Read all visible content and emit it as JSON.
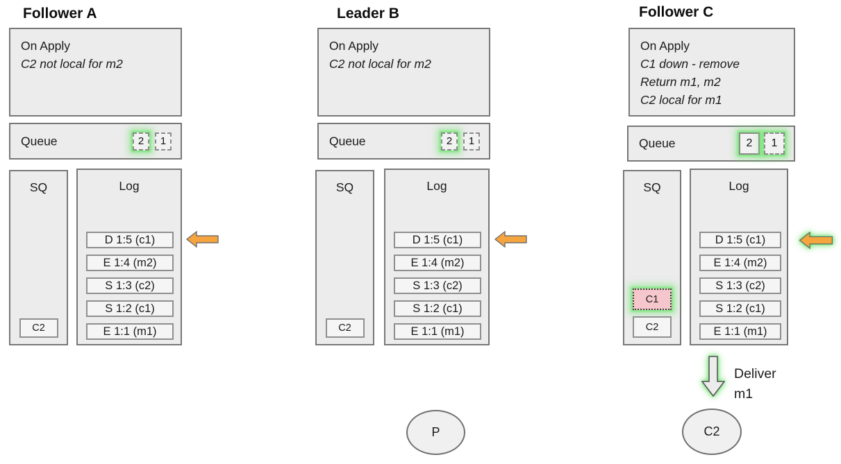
{
  "colors": {
    "box_fill": "#ececec",
    "box_border": "#777777",
    "entry_fill": "#f5f5f5",
    "entry_border": "#8f8f8f",
    "glow_green": "#78e678",
    "arrow_orange": "#f6a43d",
    "removed_pink": "#f5c6cb"
  },
  "nodes": [
    {
      "id": "follower-a",
      "title": "Follower A",
      "on_apply": {
        "label": "On Apply",
        "notes": [
          "C2 not local for m2"
        ]
      },
      "queue": {
        "label": "Queue",
        "items": [
          {
            "value": "2",
            "border": "dashed",
            "highlighted": true
          },
          {
            "value": "1",
            "border": "dashed",
            "highlighted": false
          }
        ]
      },
      "sq": {
        "label": "SQ",
        "items": [
          {
            "value": "C2",
            "state": "normal"
          }
        ]
      },
      "log": {
        "label": "Log",
        "entries": [
          "D 1:5 (c1)",
          "E 1:4 (m2)",
          "S 1:3 (c2)",
          "S 1:2 (c1)",
          "E 1:1 (m1)"
        ]
      },
      "pointer_arrow": {
        "target_entry": "D 1:5 (c1)",
        "highlighted": false
      }
    },
    {
      "id": "leader-b",
      "title": "Leader B",
      "on_apply": {
        "label": "On Apply",
        "notes": [
          "C2 not local for m2"
        ]
      },
      "queue": {
        "label": "Queue",
        "items": [
          {
            "value": "2",
            "border": "dashed",
            "highlighted": true
          },
          {
            "value": "1",
            "border": "dashed",
            "highlighted": false
          }
        ]
      },
      "sq": {
        "label": "SQ",
        "items": [
          {
            "value": "C2",
            "state": "normal"
          }
        ]
      },
      "log": {
        "label": "Log",
        "entries": [
          "D 1:5 (c1)",
          "E 1:4 (m2)",
          "S 1:3 (c2)",
          "S 1:2 (c1)",
          "E 1:1 (m1)"
        ]
      },
      "pointer_arrow": {
        "target_entry": "D 1:5 (c1)",
        "highlighted": false
      }
    },
    {
      "id": "follower-c",
      "title": "Follower C",
      "on_apply": {
        "label": "On Apply",
        "notes": [
          "C1 down - remove",
          "Return m1, m2",
          "C2 local for m1"
        ]
      },
      "queue": {
        "label": "Queue",
        "items": [
          {
            "value": "2",
            "border": "solid",
            "highlighted": true
          },
          {
            "value": "1",
            "border": "dashed",
            "highlighted": true
          }
        ]
      },
      "sq": {
        "label": "SQ",
        "items": [
          {
            "value": "C1",
            "state": "removed"
          },
          {
            "value": "C2",
            "state": "normal"
          }
        ]
      },
      "log": {
        "label": "Log",
        "entries": [
          "D 1:5 (c1)",
          "E 1:4 (m2)",
          "S 1:3 (c2)",
          "S 1:2 (c1)",
          "E 1:1 (m1)"
        ]
      },
      "pointer_arrow": {
        "target_entry": "D 1:5 (c1)",
        "highlighted": true
      }
    }
  ],
  "deliver": {
    "lines": [
      "Deliver",
      "m1"
    ]
  },
  "actors": [
    {
      "id": "producer",
      "label": "P"
    },
    {
      "id": "consumer-c2",
      "label": "C2"
    }
  ]
}
